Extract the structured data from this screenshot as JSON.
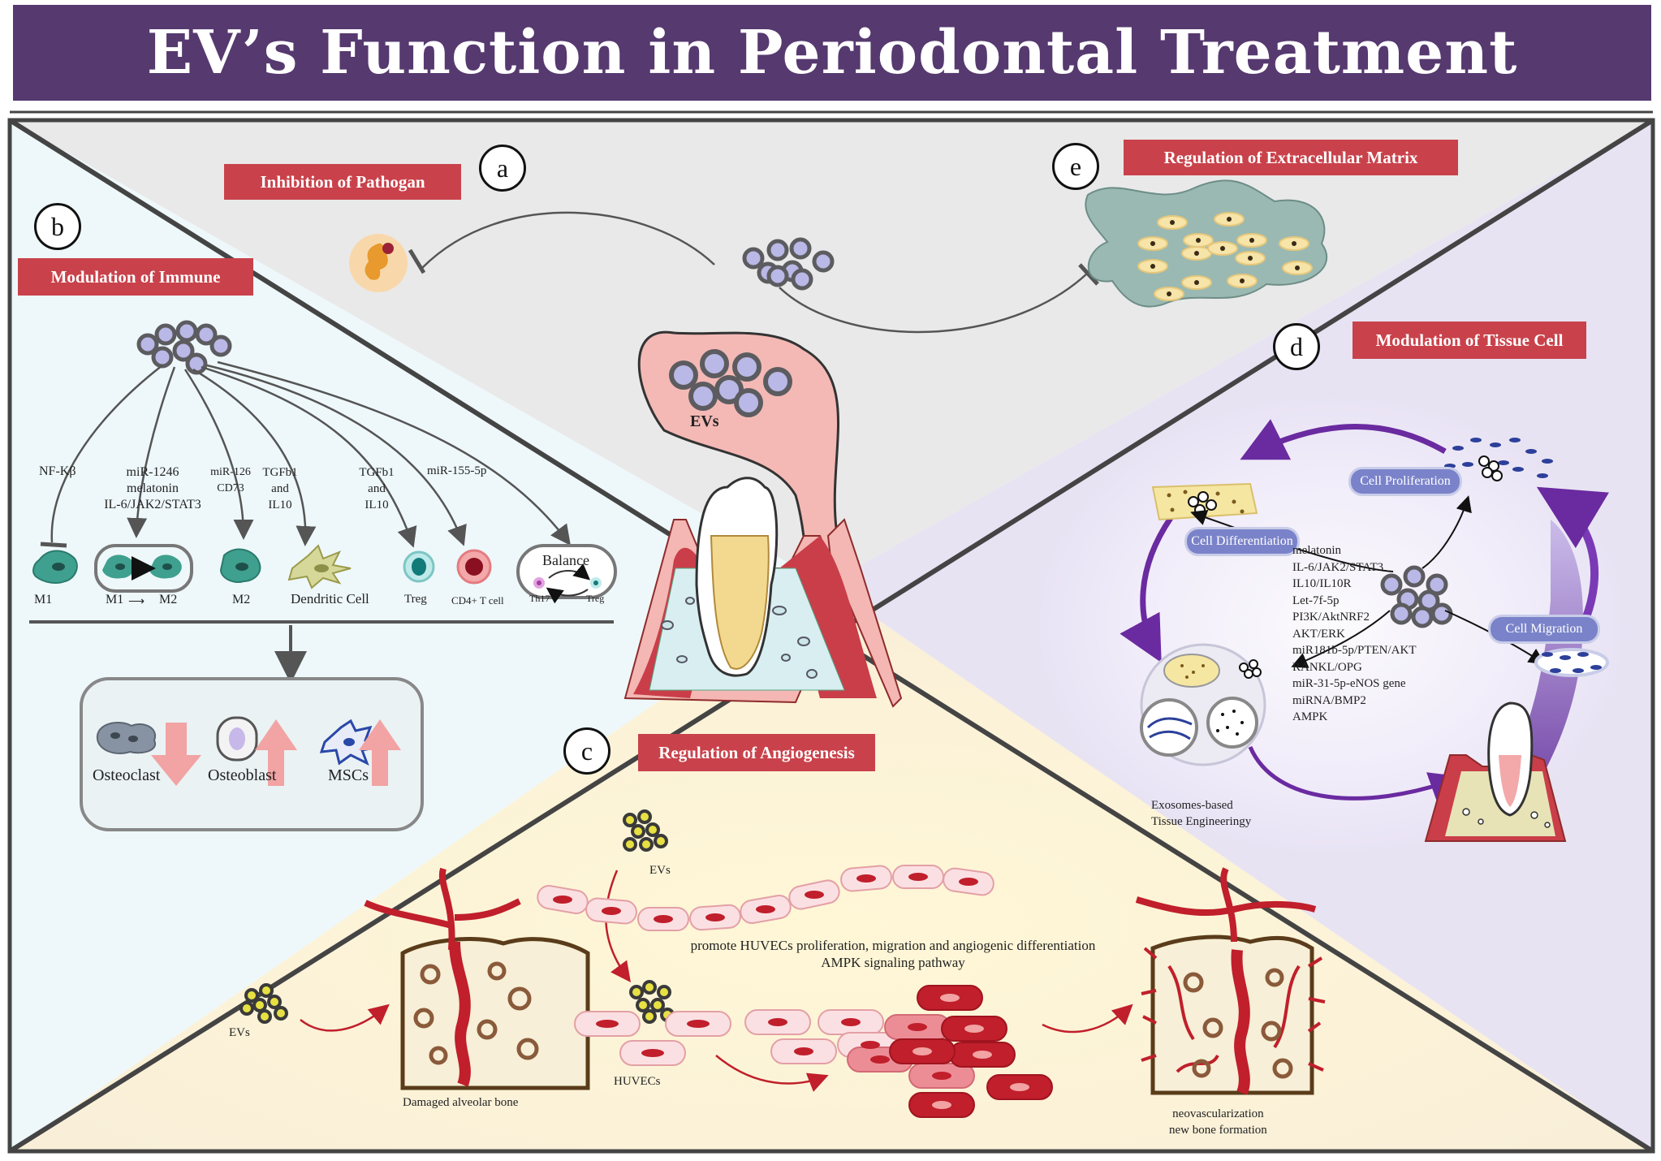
{
  "title": "EV’s Function in Periodontal Treatment",
  "panel_letters": {
    "a": "a",
    "b": "b",
    "c": "c",
    "d": "d",
    "e": "e"
  },
  "sections": {
    "a": "Inhibition of Pathogan",
    "b": "Modulation of Immune",
    "c": "Regulation of Angiogenesis",
    "d": "Modulation of Tissue Cell",
    "e": "Regulation of Extracellular Matrix"
  },
  "center": {
    "evs_label": "EVs"
  },
  "immune": {
    "pathways": {
      "nfkb": "NF-Kβ",
      "mir1246": [
        "miR-1246",
        "melatonin",
        "IL-6/JAK2/STAT3"
      ],
      "mir126": [
        "miR-126",
        "CD73"
      ],
      "tgfb1_a": [
        "TGFb1",
        "and",
        "IL10"
      ],
      "tgfb1_b": [
        "TGFb1",
        "and",
        "IL10"
      ],
      "mir155": "miR-155-5p"
    },
    "cells": {
      "m1": "M1",
      "m1_to_m2_left": "M1",
      "m1_to_m2_right": "M2",
      "m2": "M2",
      "dendritic": "Dendritic Cell",
      "treg": "Treg",
      "cd4": "CD4+ T cell",
      "balance": "Balance",
      "th17": "Th17",
      "treg_small": "Treg"
    },
    "bone_cells": {
      "osteoclast": "Osteoclast",
      "osteoblast": "Osteoblast",
      "mscs": "MSCs"
    }
  },
  "tissue": {
    "cell_proliferation": "Cell Proliferation",
    "cell_differentiation": "Cell Differentiation",
    "cell_migration": "Cell Migration",
    "pathways": [
      "melatonin",
      "IL-6/JAK2/STAT3",
      "IL10/IL10R",
      "Let-7f-5p",
      "PI3K/AktNRF2",
      "AKT/ERK",
      "miR181b-5p/PTEN/AKT",
      "RANKL/OPG",
      "miR-31-5p-eNOS gene",
      "miRNA/BMP2",
      "AMPK"
    ],
    "engineering": [
      "Exosomes-based",
      "Tissue Engineeringy"
    ]
  },
  "angio": {
    "evs_left": "EVs",
    "evs_top": "EVs",
    "promote_line1": "promote HUVECs proliferation, migration and angiogenic differentiation",
    "promote_line2": "AMPK signaling pathway",
    "huvecs": "HUVECs",
    "damaged": "Damaged alveolar bone",
    "result_line1": "neovascularization",
    "result_line2": "new bone formation"
  },
  "colors": {
    "banner": "#56396f",
    "label_red": "#c9424b",
    "top_region": "#e9e9e9",
    "left_region": "#eef8fb",
    "right_region": "#e8e4f3",
    "bottom_region": "#fbf3dc",
    "ev_fill": "#b9b8e6",
    "ev_stroke": "#5c5c60",
    "vessel_red": "#c01f2b",
    "arrow_purple": "#6a2aa0"
  }
}
